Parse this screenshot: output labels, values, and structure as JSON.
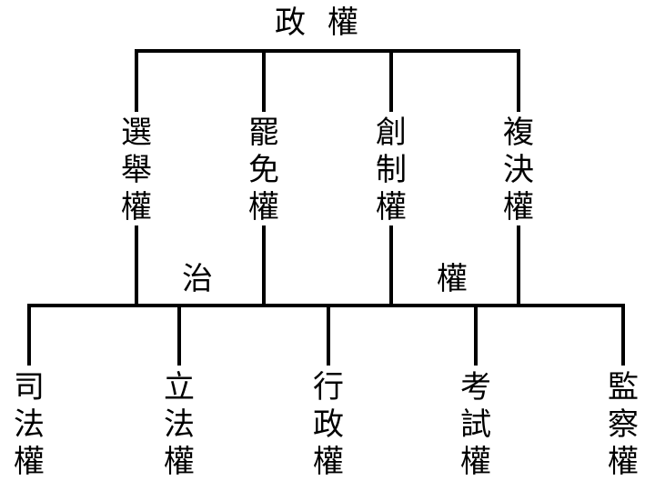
{
  "title": "政權",
  "political_rights": [
    "選舉權",
    "罷免權",
    "創制權",
    "複決權"
  ],
  "governing_label": [
    "治",
    "權"
  ],
  "governing_rights": [
    "司法權",
    "立法權",
    "行政權",
    "考試權",
    "監察權"
  ],
  "colors": {
    "line": "#000000",
    "text": "#000000",
    "background": "#ffffff"
  }
}
